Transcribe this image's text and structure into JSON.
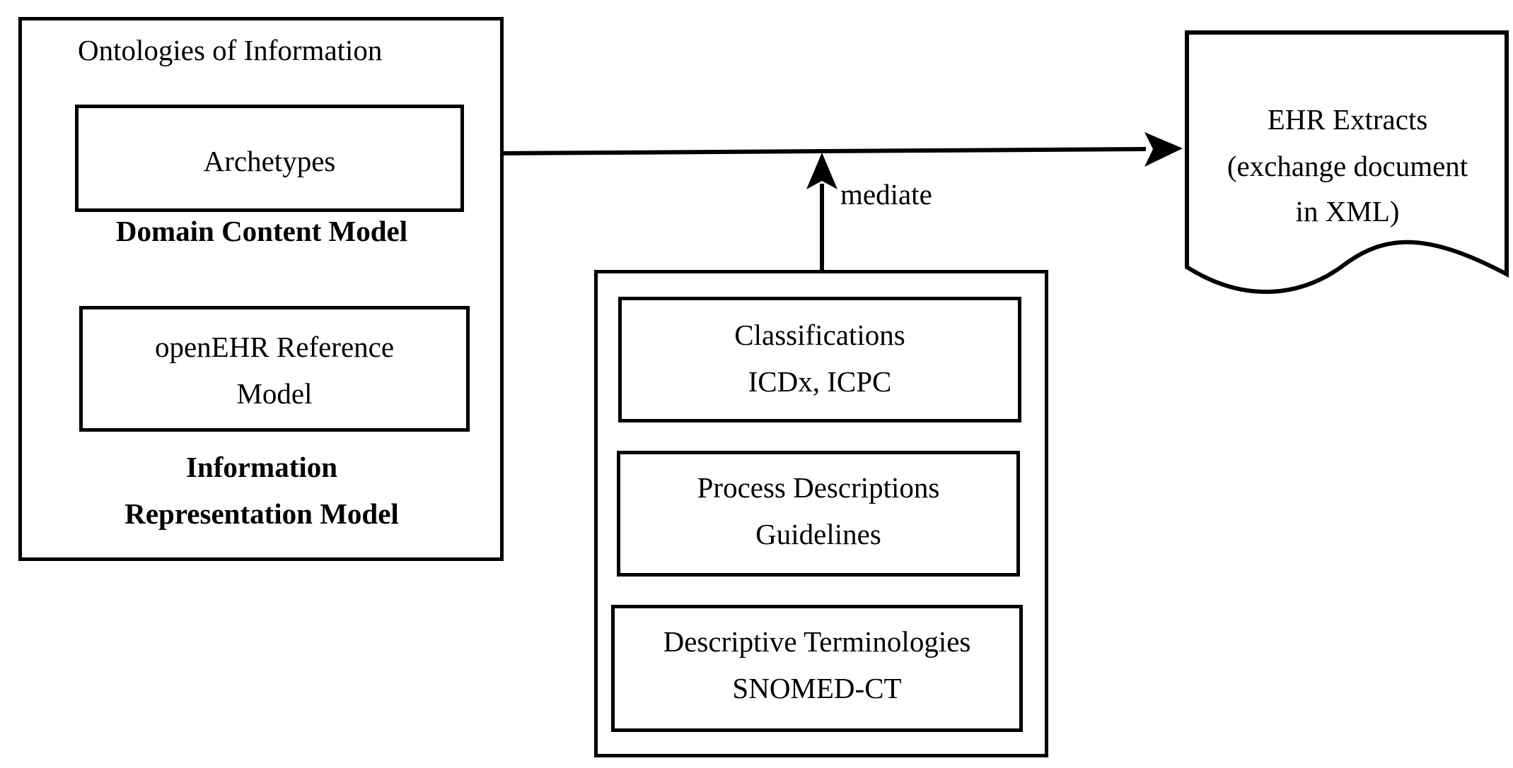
{
  "ontologies": {
    "title": "Ontologies of Information",
    "archetypes_label": "Archetypes",
    "domain_content_label": "Domain Content Model",
    "reference_model_line1": "openEHR Reference",
    "reference_model_line2": "Model",
    "info_rep_line1": "Information",
    "info_rep_line2": "Representation Model"
  },
  "connector": {
    "mediate_label": "mediate"
  },
  "terminology": {
    "classifications_line1": "Classifications",
    "classifications_line2": "ICDx, ICPC",
    "process_line1": "Process Descriptions",
    "process_line2": "Guidelines",
    "descriptive_line1": "Descriptive Terminologies",
    "descriptive_line2": "SNOMED-CT"
  },
  "ehr_extracts": {
    "line1": "EHR Extracts",
    "line2": "(exchange document",
    "line3": "in XML)"
  }
}
